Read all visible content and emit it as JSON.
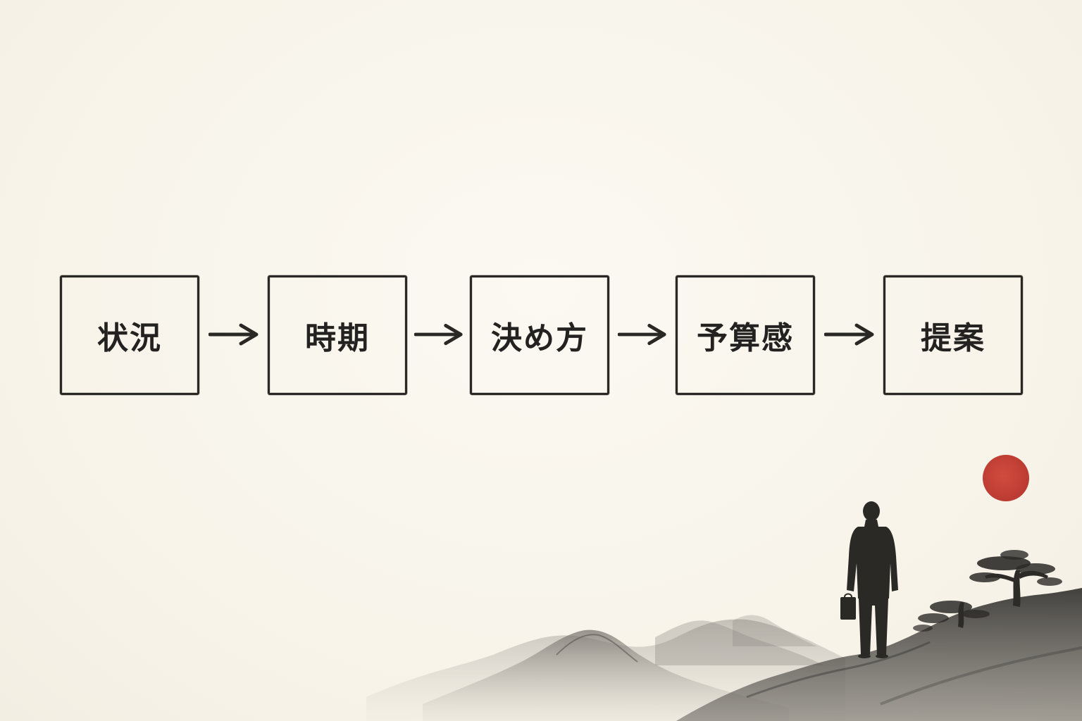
{
  "flow": {
    "steps": [
      {
        "label": "状況"
      },
      {
        "label": "時期"
      },
      {
        "label": "決め方"
      },
      {
        "label": "予算感"
      },
      {
        "label": "提案"
      }
    ]
  },
  "colors": {
    "ink": "#2a2825",
    "paper": "#f8f5ec",
    "sun": "#c9443a"
  },
  "icons": {
    "arrow": "arrow-right-icon",
    "figure": "businessman-silhouette",
    "sun": "red-sun",
    "tree": "pine-tree"
  }
}
